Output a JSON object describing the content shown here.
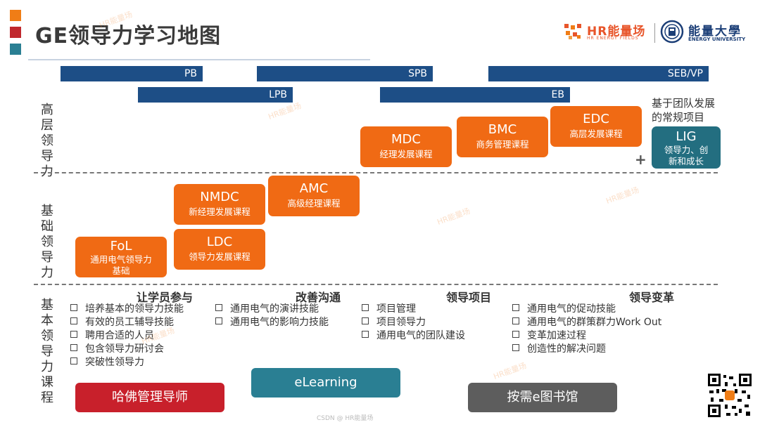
{
  "header": {
    "title": "GE领导力学习地图",
    "colors": {
      "orange": "#f07d16",
      "red": "#c0282d",
      "teal": "#2a7f93"
    }
  },
  "logos": {
    "hr": {
      "name": "HR能量场",
      "sub": "HR ENERGY FIELDS",
      "icon": "hr-energy-logo-icon"
    },
    "eu": {
      "name": "能量大學",
      "sub": "ENERGY UNIVERSITY",
      "icon": "energy-university-seal-icon"
    }
  },
  "levels": {
    "row1": [
      "PB",
      "SPB",
      "SEB/VP"
    ],
    "row2": [
      "LPB",
      "EB"
    ]
  },
  "sections": {
    "senior": "高层领导力",
    "foundation": "基础领导力",
    "basic": "基本领导力课程"
  },
  "courses": {
    "mdc": {
      "code": "MDC",
      "desc": "经理发展课程"
    },
    "bmc": {
      "code": "BMC",
      "desc": "商务管理课程"
    },
    "edc": {
      "code": "EDC",
      "desc": "高层发展课程"
    },
    "lig": {
      "code": "LIG",
      "desc_line1": "领导力、创",
      "desc_line2": "新和成长"
    },
    "amc": {
      "code": "AMC",
      "desc": "高级经理课程"
    },
    "nmdc": {
      "code": "NMDC",
      "desc": "新经理发展课程"
    },
    "ldc": {
      "code": "LDC",
      "desc": "领导力发展课程"
    },
    "fol": {
      "code": "FoL",
      "desc_line1": "通用电气领导力",
      "desc_line2": "基础"
    }
  },
  "plus": "+",
  "note": {
    "line1": "基于团队发展",
    "line2": "的常规项目"
  },
  "basic_columns": [
    {
      "title": "让学员参与",
      "items": [
        "培养基本的领导力技能",
        "有效的员工辅导技能",
        "聘用合适的人员",
        "包含领导力研讨会",
        "突破性领导力"
      ]
    },
    {
      "title": "改善沟通",
      "items": [
        "通用电气的演讲技能",
        "通用电气的影响力技能"
      ]
    },
    {
      "title": "领导项目",
      "items": [
        "项目管理",
        "项目领导力",
        "通用电气的团队建设"
      ]
    },
    {
      "title": "领导变革",
      "items": [
        "通用电气的促动技能",
        "通用电气的群策群力Work Out",
        "变革加速过程",
        "创造性的解决问题"
      ]
    }
  ],
  "resources": {
    "harvard": {
      "label": "哈佛管理导师",
      "color": "#c8202b"
    },
    "elearning": {
      "label": "eLearning",
      "color": "#2a7f93"
    },
    "library": {
      "label": "按需e图书馆",
      "color": "#5d5d5d"
    }
  },
  "footer": "CSDN @ HR能量场"
}
